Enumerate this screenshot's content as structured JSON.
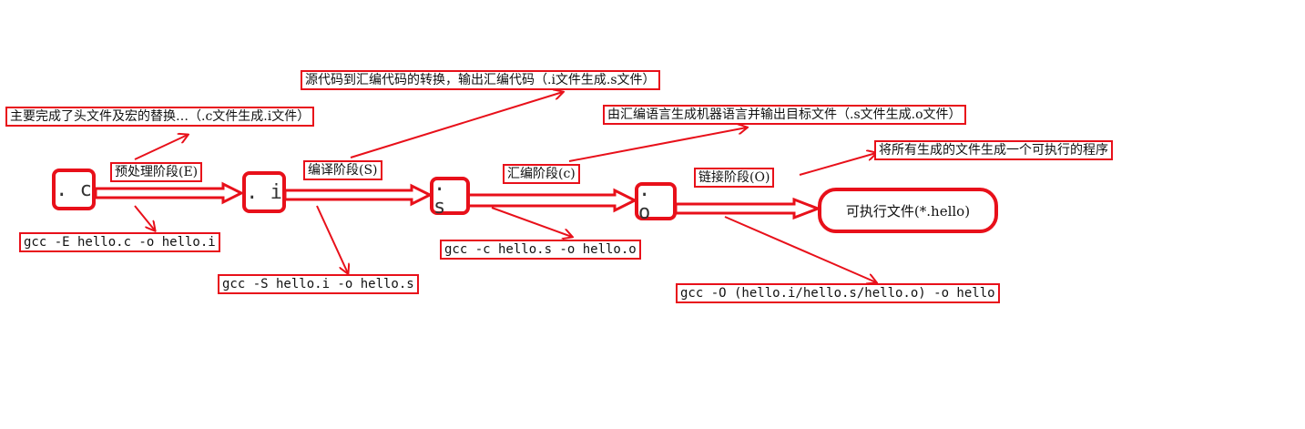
{
  "nodes": {
    "c": ". c",
    "i": ". i",
    "s": ". s",
    "o": ". o",
    "exe": "可执行文件(*.hello)"
  },
  "stages": {
    "preprocess": "预处理阶段(E)",
    "compile": "编译阶段(S)",
    "assemble": "汇编阶段(c)",
    "link": "链接阶段(O)"
  },
  "descriptions": {
    "preprocess": "主要完成了头文件及宏的替换…（.c文件生成.i文件）",
    "compile": "源代码到汇编代码的转换，输出汇编代码（.i文件生成.s文件）",
    "assemble": "由汇编语言生成机器语言并输出目标文件（.s文件生成.o文件）",
    "link": "将所有生成的文件生成一个可执行的程序"
  },
  "commands": {
    "preprocess": "gcc -E hello.c -o hello.i",
    "compile": "gcc -S hello.i -o hello.s",
    "assemble": "gcc -c hello.s -o hello.o",
    "link": "gcc -O (hello.i/hello.s/hello.o) -o hello"
  },
  "colors": {
    "stroke": "#e8101a",
    "text": "#111111"
  }
}
